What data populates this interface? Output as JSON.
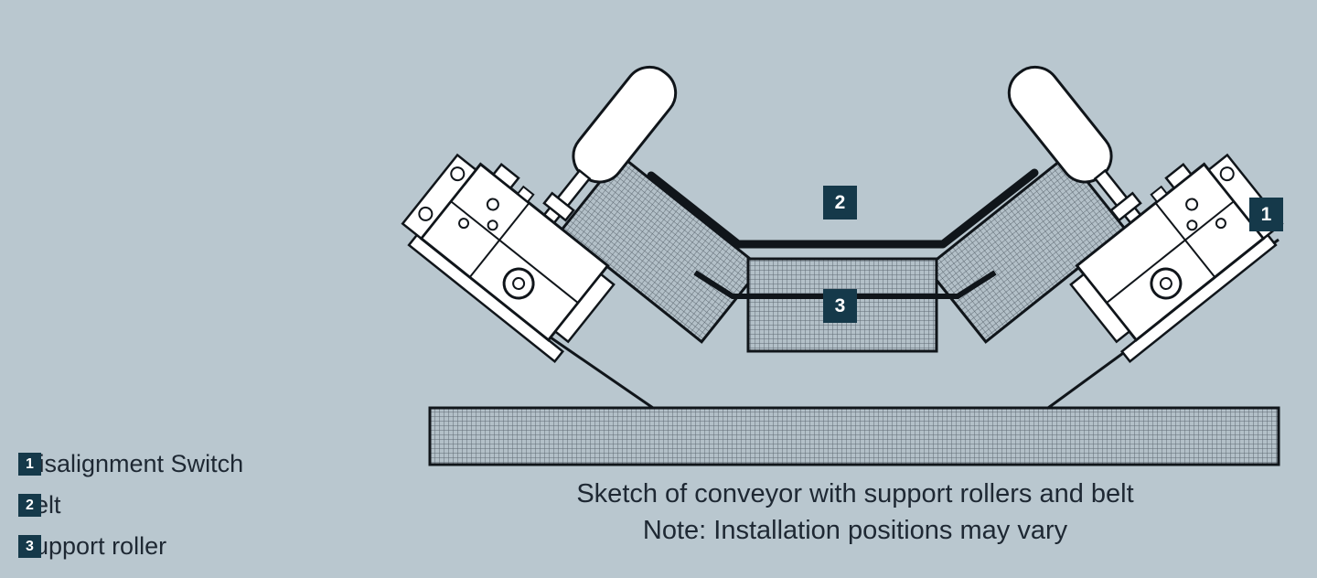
{
  "page": {
    "background_color": "#b9c7cf",
    "accent_color": "#15394a",
    "text_color": "#1e2833",
    "line_color": "#10151a"
  },
  "legend": {
    "items": [
      {
        "number": "1",
        "label": "Misalignment Switch"
      },
      {
        "number": "2",
        "label": "Belt"
      },
      {
        "number": "3",
        "label": "Support roller"
      }
    ]
  },
  "diagram": {
    "badges": [
      {
        "number": "1",
        "refers_to": "Misalignment Switch"
      },
      {
        "number": "2",
        "refers_to": "Belt"
      },
      {
        "number": "3",
        "refers_to": "Support roller"
      }
    ],
    "caption_line1": "Sketch of conveyor with support rollers and belt",
    "caption_line2": "Note: Installation positions may vary"
  }
}
